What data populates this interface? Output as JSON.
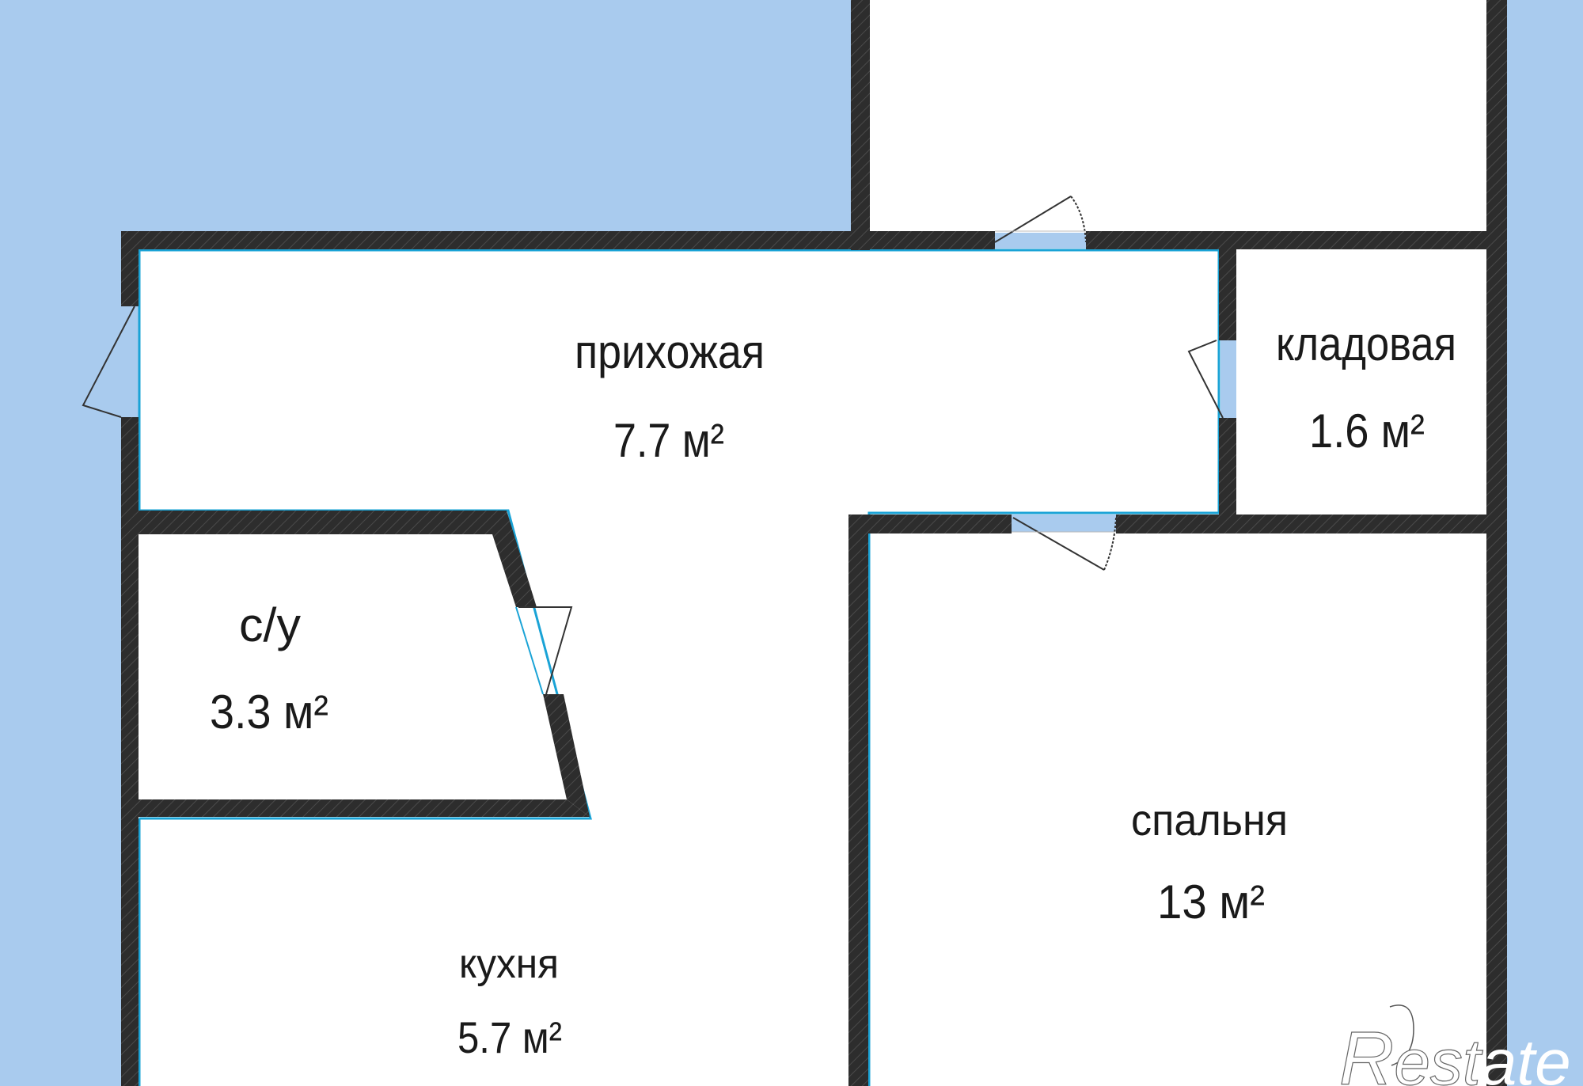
{
  "floorplan": {
    "colors": {
      "background": "#a9cbee",
      "floor": "#ffffff",
      "wall": "#2d2d2d",
      "wall_edge": "#1aa3d6",
      "door_line": "#333333",
      "text": "#1a1a1a"
    },
    "rooms": [
      {
        "id": "hallway",
        "name": "прихожая",
        "area": "7.7 м²"
      },
      {
        "id": "storage",
        "name": "кладовая",
        "area": "1.6 м²"
      },
      {
        "id": "bathroom",
        "name": "с/у",
        "area": "3.3 м²"
      },
      {
        "id": "kitchen",
        "name": "кухня",
        "area": "5.7 м²"
      },
      {
        "id": "bedroom",
        "name": "спальня",
        "area": "13 м²"
      }
    ],
    "watermark": {
      "prefix": "R",
      "mid": "est",
      "suffix": "ate"
    }
  }
}
